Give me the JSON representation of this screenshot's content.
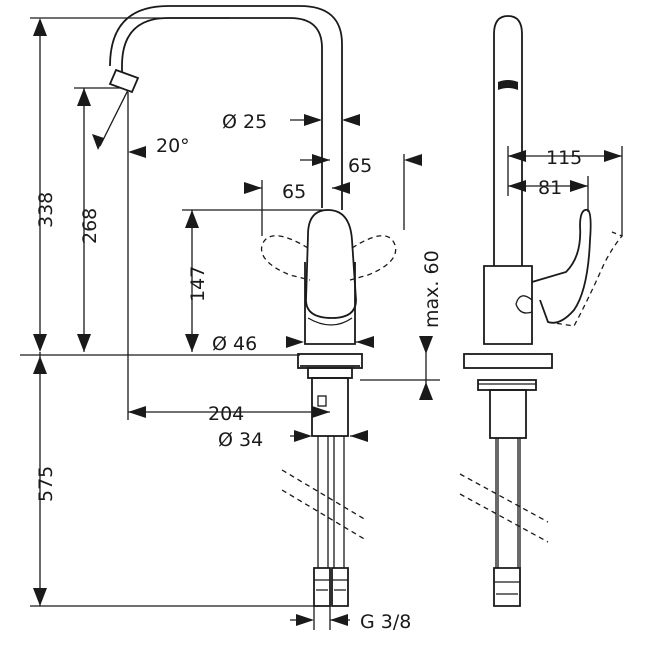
{
  "dimensions": {
    "total_height": "338",
    "spout_height": "268",
    "spout_angle": "20°",
    "spout_diameter": "Ø 25",
    "lever_offset_right": "65",
    "lever_offset_left": "65",
    "lever_height": "147",
    "base_diameter": "Ø 46",
    "max_deck": "max. 60",
    "reach": "204",
    "shank_diameter": "Ø 34",
    "hose_length": "575",
    "connection": "G 3/8",
    "side_depth": "115",
    "side_lever": "81"
  }
}
